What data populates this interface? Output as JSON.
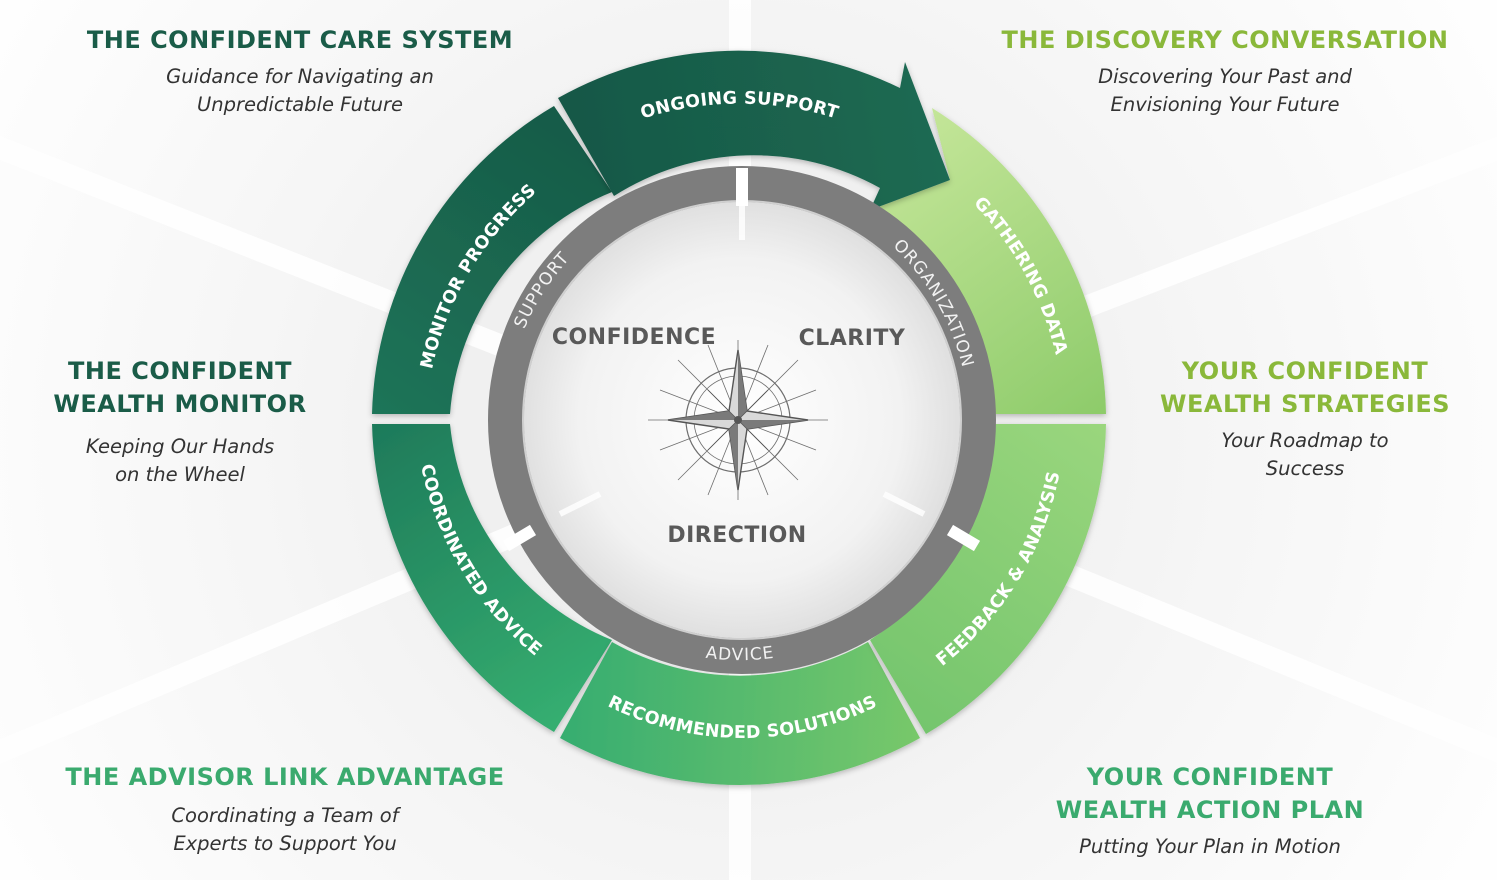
{
  "colors": {
    "dark_green": "#1a5c48",
    "mid_green": "#2e9a65",
    "light_green": "#8cc152",
    "lime_heading": "#8ab83a",
    "ring_gray": "#7d7d7d",
    "center_gray": "#595959"
  },
  "headings": {
    "care_system": {
      "title": "THE CONFIDENT CARE SYSTEM",
      "subtitle_1": "Guidance for Navigating an",
      "subtitle_2": "Unpredictable Future"
    },
    "discovery": {
      "title": "THE DISCOVERY CONVERSATION",
      "subtitle_1": "Discovering Your Past and",
      "subtitle_2": "Envisioning Your Future"
    },
    "wealth_monitor": {
      "title_1": "THE CONFIDENT",
      "title_2": "WEALTH MONITOR",
      "subtitle_1": "Keeping Our Hands",
      "subtitle_2": "on the Wheel"
    },
    "wealth_strategies": {
      "title_1": "YOUR CONFIDENT",
      "title_2": "WEALTH STRATEGIES",
      "subtitle_1": "Your Roadmap to",
      "subtitle_2": "Success"
    },
    "advisor_link": {
      "title": "THE ADVISOR LINK ADVANTAGE",
      "subtitle_1": "Coordinating a Team of",
      "subtitle_2": "Experts to Support You"
    },
    "action_plan": {
      "title_1": "YOUR CONFIDENT",
      "title_2": "WEALTH ACTION PLAN",
      "subtitle_1": "Putting Your Plan in Motion"
    }
  },
  "wheel": {
    "segments": {
      "ongoing_support": "ONGOING SUPPORT",
      "gathering_data": "GATHERING DATA",
      "feedback_analysis": "FEEDBACK & ANALYSIS",
      "recommended_solutions": "RECOMMENDED SOLUTIONS",
      "coordinated_advice": "COORDINATED ADVICE",
      "monitor_progress": "MONITOR PROGRESS"
    },
    "ring": {
      "organization": "ORGANIZATION",
      "advice": "ADVICE",
      "support": "SUPPORT"
    },
    "center": {
      "confidence": "CONFIDENCE",
      "clarity": "CLARITY",
      "direction": "DIRECTION",
      "emblem": "compass-rose-icon"
    }
  }
}
